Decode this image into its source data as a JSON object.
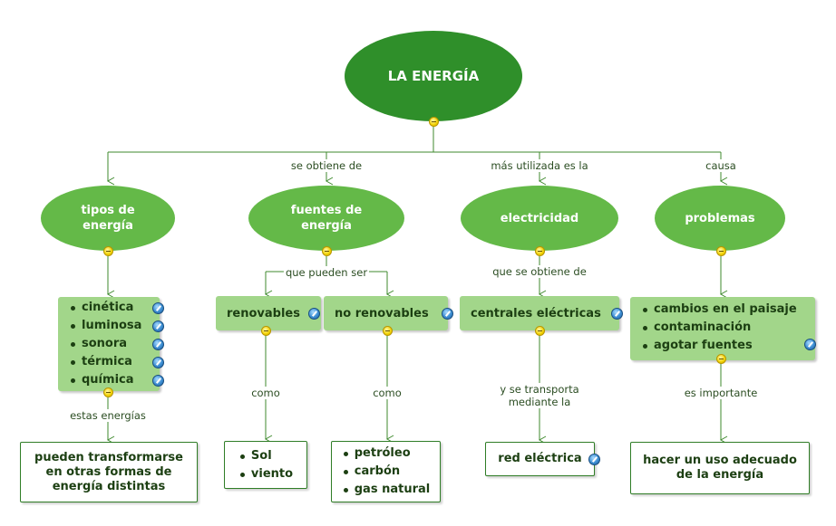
{
  "root": {
    "title": "LA ENERGÍA"
  },
  "branches": [
    {
      "link_label": "",
      "title": "tipos de energía",
      "items": [
        "cinética",
        "luminosa",
        "sonora",
        "térmica",
        "química"
      ],
      "sub_label": "estas energías",
      "result": "pueden transformarse en otras formas de energía distintas"
    },
    {
      "link_label": "se obtiene de",
      "title": "fuentes de energía",
      "sub_label": "que pueden ser",
      "children": [
        {
          "title": "renovables",
          "link_label": "como",
          "items": [
            "Sol",
            "viento"
          ]
        },
        {
          "title": "no renovables",
          "link_label": "como",
          "items": [
            "petróleo",
            "carbón",
            "gas natural"
          ]
        }
      ]
    },
    {
      "link_label": "más utilizada es la",
      "title": "electricidad",
      "sub_label": "que se obtiene de",
      "child": "centrales eléctricas",
      "child_link_label": "y se transporta mediante la",
      "result": "red eléctrica"
    },
    {
      "link_label": "causa",
      "title": "problemas",
      "items": [
        "cambios en el paisaje",
        "contaminación",
        "agotar fuentes"
      ],
      "sub_label": "es importante",
      "result": "hacer un uso adecuado de la energía"
    }
  ]
}
